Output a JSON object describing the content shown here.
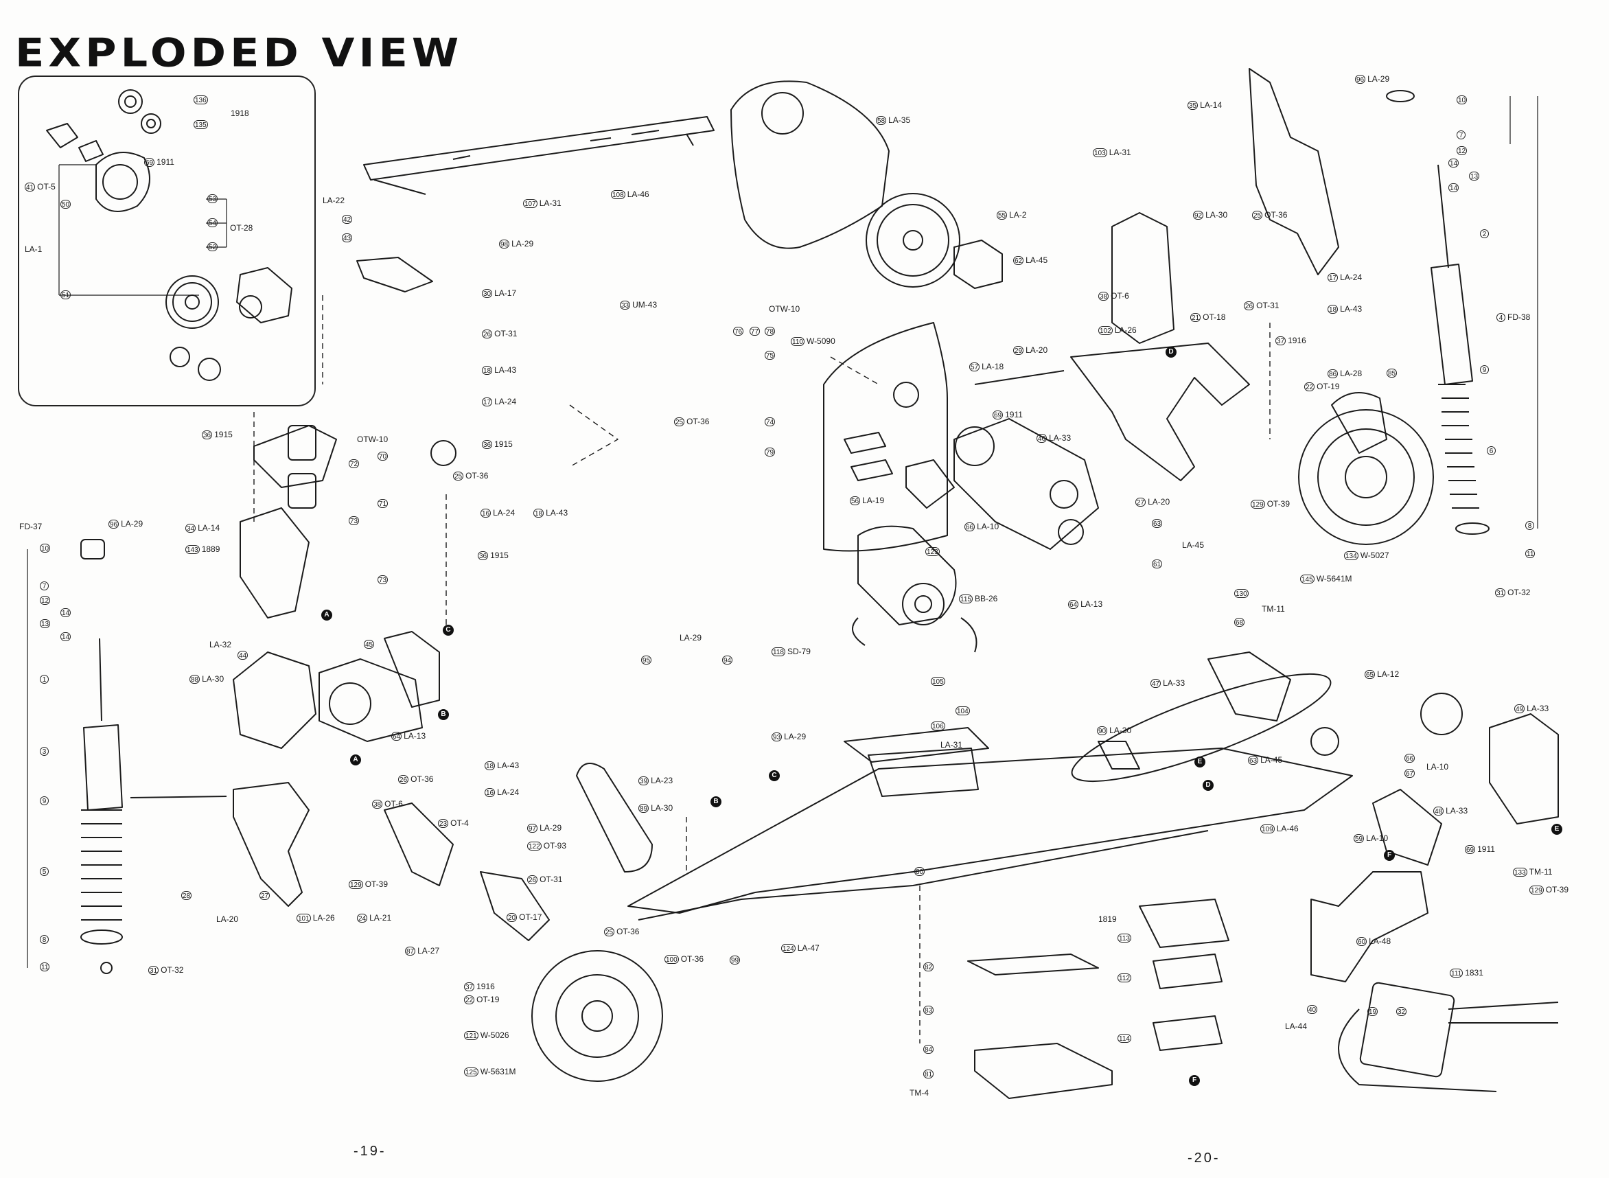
{
  "title": "EXPLODED VIEW",
  "page_numbers": [
    "-19-",
    "-20-"
  ],
  "side_labels": {
    "la1": "LA-1",
    "la22": "LA-22",
    "la32": "LA-32",
    "fd37": "FD-37",
    "la20_bottom": "LA-20",
    "tm4": "TM-4",
    "la44": "LA-44",
    "la29_top": "LA-29",
    "la31_mid": "LA-31",
    "la45_right": "LA-45",
    "tm11": "TM-11",
    "la10_right": "LA-10",
    "otw10_a": "OTW-10",
    "otw10_b": "OTW-10",
    "ot28": "OT-28",
    "n1918": "1918",
    "n1819": "1819"
  },
  "markers": [
    "A",
    "B",
    "C",
    "D",
    "E",
    "F"
  ],
  "callouts": [
    {
      "id": "c136",
      "n": "136",
      "code": ""
    },
    {
      "id": "c135",
      "n": "135",
      "code": ""
    },
    {
      "id": "c69a",
      "n": "69",
      "code": "1911"
    },
    {
      "id": "c41",
      "n": "41",
      "code": "OT-5"
    },
    {
      "id": "c50",
      "n": "50",
      "code": ""
    },
    {
      "id": "c53",
      "n": "53",
      "code": ""
    },
    {
      "id": "c54",
      "n": "54",
      "code": ""
    },
    {
      "id": "c52",
      "n": "52",
      "code": ""
    },
    {
      "id": "c51",
      "n": "51",
      "code": ""
    },
    {
      "id": "c108",
      "n": "108",
      "code": "LA-46"
    },
    {
      "id": "c107",
      "n": "107",
      "code": "LA-31"
    },
    {
      "id": "c42",
      "n": "42",
      "code": ""
    },
    {
      "id": "c43",
      "n": "43",
      "code": ""
    },
    {
      "id": "c98",
      "n": "98",
      "code": "LA-29"
    },
    {
      "id": "c30",
      "n": "30",
      "code": "LA-17"
    },
    {
      "id": "c26a",
      "n": "26",
      "code": "OT-31"
    },
    {
      "id": "c18a",
      "n": "18",
      "code": "LA-43"
    },
    {
      "id": "c17a",
      "n": "17",
      "code": "LA-24"
    },
    {
      "id": "c36a",
      "n": "36",
      "code": "1915"
    },
    {
      "id": "c36b",
      "n": "36",
      "code": "1915"
    },
    {
      "id": "c72",
      "n": "72",
      "code": ""
    },
    {
      "id": "c70",
      "n": "70",
      "code": ""
    },
    {
      "id": "c73a",
      "n": "73",
      "code": ""
    },
    {
      "id": "c71",
      "n": "71",
      "code": ""
    },
    {
      "id": "c73b",
      "n": "73",
      "code": ""
    },
    {
      "id": "c25a",
      "n": "25",
      "code": "OT-36"
    },
    {
      "id": "c16a",
      "n": "16",
      "code": "LA-24"
    },
    {
      "id": "c18b",
      "n": "18",
      "code": "LA-43"
    },
    {
      "id": "c36c",
      "n": "36",
      "code": "1915"
    },
    {
      "id": "c34a",
      "n": "34",
      "code": "LA-14"
    },
    {
      "id": "c143",
      "n": "143",
      "code": "1889"
    },
    {
      "id": "c33",
      "n": "33",
      "code": "UM-43"
    },
    {
      "id": "c76",
      "n": "76",
      "code": ""
    },
    {
      "id": "c77",
      "n": "77",
      "code": ""
    },
    {
      "id": "c78",
      "n": "78",
      "code": ""
    },
    {
      "id": "c75",
      "n": "75",
      "code": ""
    },
    {
      "id": "c25b",
      "n": "25",
      "code": "OT-36"
    },
    {
      "id": "c74",
      "n": "74",
      "code": ""
    },
    {
      "id": "c79",
      "n": "79",
      "code": ""
    },
    {
      "id": "c110",
      "n": "110",
      "code": "W-5090"
    },
    {
      "id": "c58",
      "n": "58",
      "code": "LA-35"
    },
    {
      "id": "c55",
      "n": "55",
      "code": "LA-2"
    },
    {
      "id": "c62",
      "n": "62",
      "code": "LA-45"
    },
    {
      "id": "c57",
      "n": "57",
      "code": "LA-18"
    },
    {
      "id": "c29",
      "n": "29",
      "code": "LA-20"
    },
    {
      "id": "c69b",
      "n": "69",
      "code": "1911"
    },
    {
      "id": "c46",
      "n": "46",
      "code": "LA-33"
    },
    {
      "id": "c56",
      "n": "56",
      "code": "LA-19"
    },
    {
      "id": "c66",
      "n": "66",
      "code": "LA-10"
    },
    {
      "id": "c63a",
      "n": "63",
      "code": ""
    },
    {
      "id": "c61",
      "n": "61",
      "code": ""
    },
    {
      "id": "c64a",
      "n": "64",
      "code": "LA-13"
    },
    {
      "id": "c123",
      "n": "123",
      "code": ""
    },
    {
      "id": "c115",
      "n": "115",
      "code": "BB-26"
    },
    {
      "id": "c103",
      "n": "103",
      "code": "LA-31"
    },
    {
      "id": "c35",
      "n": "35",
      "code": "LA-14"
    },
    {
      "id": "c92",
      "n": "92",
      "code": "LA-30"
    },
    {
      "id": "c25c",
      "n": "25",
      "code": "OT-36"
    },
    {
      "id": "c17b",
      "n": "17",
      "code": "LA-24"
    },
    {
      "id": "c38a",
      "n": "38",
      "code": "OT-6"
    },
    {
      "id": "c18c",
      "n": "18",
      "code": "LA-43"
    },
    {
      "id": "c21",
      "n": "21",
      "code": "OT-18"
    },
    {
      "id": "c26b",
      "n": "26",
      "code": "OT-31"
    },
    {
      "id": "c102",
      "n": "102",
      "code": "LA-26"
    },
    {
      "id": "c37a",
      "n": "37",
      "code": "1916"
    },
    {
      "id": "c86",
      "n": "86",
      "code": "LA-28"
    },
    {
      "id": "c22a",
      "n": "22",
      "code": "OT-19"
    },
    {
      "id": "c27a",
      "n": "27",
      "code": "LA-20"
    },
    {
      "id": "c129a",
      "n": "129",
      "code": "OT-39"
    },
    {
      "id": "c134",
      "n": "134",
      "code": "W-5027"
    },
    {
      "id": "c145",
      "n": "145",
      "code": "W-5641M"
    },
    {
      "id": "c130",
      "n": "130",
      "code": ""
    },
    {
      "id": "c68",
      "n": "68",
      "code": ""
    },
    {
      "id": "c96a",
      "n": "96",
      "code": "LA-29"
    },
    {
      "id": "c10a",
      "n": "10",
      "code": ""
    },
    {
      "id": "c7a",
      "n": "7",
      "code": ""
    },
    {
      "id": "c12a",
      "n": "12",
      "code": ""
    },
    {
      "id": "c14a",
      "n": "14",
      "code": ""
    },
    {
      "id": "c13a",
      "n": "13",
      "code": ""
    },
    {
      "id": "c14b",
      "n": "14",
      "code": ""
    },
    {
      "id": "c2",
      "n": "2",
      "code": ""
    },
    {
      "id": "c4",
      "n": "4",
      "code": "FD-38"
    },
    {
      "id": "c9a",
      "n": "9",
      "code": ""
    },
    {
      "id": "c85",
      "n": "85",
      "code": ""
    },
    {
      "id": "c6",
      "n": "6",
      "code": ""
    },
    {
      "id": "c8a",
      "n": "8",
      "code": ""
    },
    {
      "id": "c11a",
      "n": "11",
      "code": ""
    },
    {
      "id": "c31a",
      "n": "31",
      "code": "OT-32"
    },
    {
      "id": "c96b",
      "n": "96",
      "code": "LA-29"
    },
    {
      "id": "c10b",
      "n": "10",
      "code": ""
    },
    {
      "id": "c7b",
      "n": "7",
      "code": ""
    },
    {
      "id": "c12b",
      "n": "12",
      "code": ""
    },
    {
      "id": "c14c",
      "n": "14",
      "code": ""
    },
    {
      "id": "c13b",
      "n": "13",
      "code": ""
    },
    {
      "id": "c14d",
      "n": "14",
      "code": ""
    },
    {
      "id": "c1",
      "n": "1",
      "code": ""
    },
    {
      "id": "c3",
      "n": "3",
      "code": ""
    },
    {
      "id": "c9b",
      "n": "9",
      "code": ""
    },
    {
      "id": "c5",
      "n": "5",
      "code": ""
    },
    {
      "id": "c8b",
      "n": "8",
      "code": ""
    },
    {
      "id": "c11b",
      "n": "11",
      "code": ""
    },
    {
      "id": "c31b",
      "n": "31",
      "code": "OT-32"
    },
    {
      "id": "c44",
      "n": "44",
      "code": ""
    },
    {
      "id": "c45",
      "n": "45",
      "code": ""
    },
    {
      "id": "c88",
      "n": "88",
      "code": "LA-30"
    },
    {
      "id": "c64b",
      "n": "64",
      "code": "LA-13"
    },
    {
      "id": "c26c",
      "n": "26",
      "code": "OT-36"
    },
    {
      "id": "c18d",
      "n": "18",
      "code": "LA-43"
    },
    {
      "id": "c16b",
      "n": "16",
      "code": "LA-24"
    },
    {
      "id": "c38b",
      "n": "38",
      "code": "OT-6"
    },
    {
      "id": "c23",
      "n": "23",
      "code": "OT-4"
    },
    {
      "id": "c97",
      "n": "97",
      "code": "LA-29"
    },
    {
      "id": "c122",
      "n": "122",
      "code": "OT-93"
    },
    {
      "id": "c26d",
      "n": "26",
      "code": "OT-31"
    },
    {
      "id": "c28",
      "n": "28",
      "code": ""
    },
    {
      "id": "c27b",
      "n": "27",
      "code": ""
    },
    {
      "id": "c101",
      "n": "101",
      "code": "LA-26"
    },
    {
      "id": "c129b",
      "n": "129",
      "code": "OT-39"
    },
    {
      "id": "c24",
      "n": "24",
      "code": "LA-21"
    },
    {
      "id": "c20",
      "n": "20",
      "code": "OT-17"
    },
    {
      "id": "c87",
      "n": "87",
      "code": "LA-27"
    },
    {
      "id": "c25d",
      "n": "25",
      "code": "OT-36"
    },
    {
      "id": "c100",
      "n": "100",
      "code": "OT-36"
    },
    {
      "id": "c37b",
      "n": "37",
      "code": "1916"
    },
    {
      "id": "c22b",
      "n": "22",
      "code": "OT-19"
    },
    {
      "id": "c121",
      "n": "121",
      "code": "W-5026"
    },
    {
      "id": "c125",
      "n": "125",
      "code": "W-5631M"
    },
    {
      "id": "c95",
      "n": "95",
      "code": ""
    },
    {
      "id": "c94",
      "n": "94",
      "code": ""
    },
    {
      "id": "c118",
      "n": "118",
      "code": "SD-79"
    },
    {
      "id": "c93",
      "n": "93",
      "code": "LA-29"
    },
    {
      "id": "c39",
      "n": "39",
      "code": "LA-23"
    },
    {
      "id": "c89",
      "n": "89",
      "code": "LA-30"
    },
    {
      "id": "c105",
      "n": "105",
      "code": ""
    },
    {
      "id": "c106",
      "n": "106",
      "code": ""
    },
    {
      "id": "c104",
      "n": "104",
      "code": ""
    },
    {
      "id": "c90",
      "n": "90",
      "code": "LA-30"
    },
    {
      "id": "c124",
      "n": "124",
      "code": "LA-47"
    },
    {
      "id": "c99",
      "n": "99",
      "code": ""
    },
    {
      "id": "c80",
      "n": "80",
      "code": ""
    },
    {
      "id": "c82",
      "n": "82",
      "code": ""
    },
    {
      "id": "c83",
      "n": "83",
      "code": ""
    },
    {
      "id": "c84",
      "n": "84",
      "code": ""
    },
    {
      "id": "c81",
      "n": "81",
      "code": ""
    },
    {
      "id": "c113",
      "n": "113",
      "code": ""
    },
    {
      "id": "c112",
      "n": "112",
      "code": ""
    },
    {
      "id": "c114",
      "n": "114",
      "code": ""
    },
    {
      "id": "c109",
      "n": "109",
      "code": "LA-46"
    },
    {
      "id": "c47",
      "n": "47",
      "code": "LA-33"
    },
    {
      "id": "c65",
      "n": "65",
      "code": "LA-12"
    },
    {
      "id": "c49",
      "n": "49",
      "code": "LA-33"
    },
    {
      "id": "c63b",
      "n": "63",
      "code": "LA-45"
    },
    {
      "id": "c66b",
      "n": "66",
      "code": ""
    },
    {
      "id": "c67",
      "n": "67",
      "code": ""
    },
    {
      "id": "c48",
      "n": "48",
      "code": "LA-33"
    },
    {
      "id": "c59",
      "n": "59",
      "code": "LA-10"
    },
    {
      "id": "c69c",
      "n": "69",
      "code": "1911"
    },
    {
      "id": "c133",
      "n": "133",
      "code": "TM-11"
    },
    {
      "id": "c129c",
      "n": "129",
      "code": "OT-39"
    },
    {
      "id": "c60",
      "n": "60",
      "code": "LA-48"
    },
    {
      "id": "c111",
      "n": "111",
      "code": "1831"
    },
    {
      "id": "c40",
      "n": "40",
      "code": ""
    },
    {
      "id": "c19",
      "n": "19",
      "code": ""
    },
    {
      "id": "c32",
      "n": "32",
      "code": ""
    }
  ]
}
